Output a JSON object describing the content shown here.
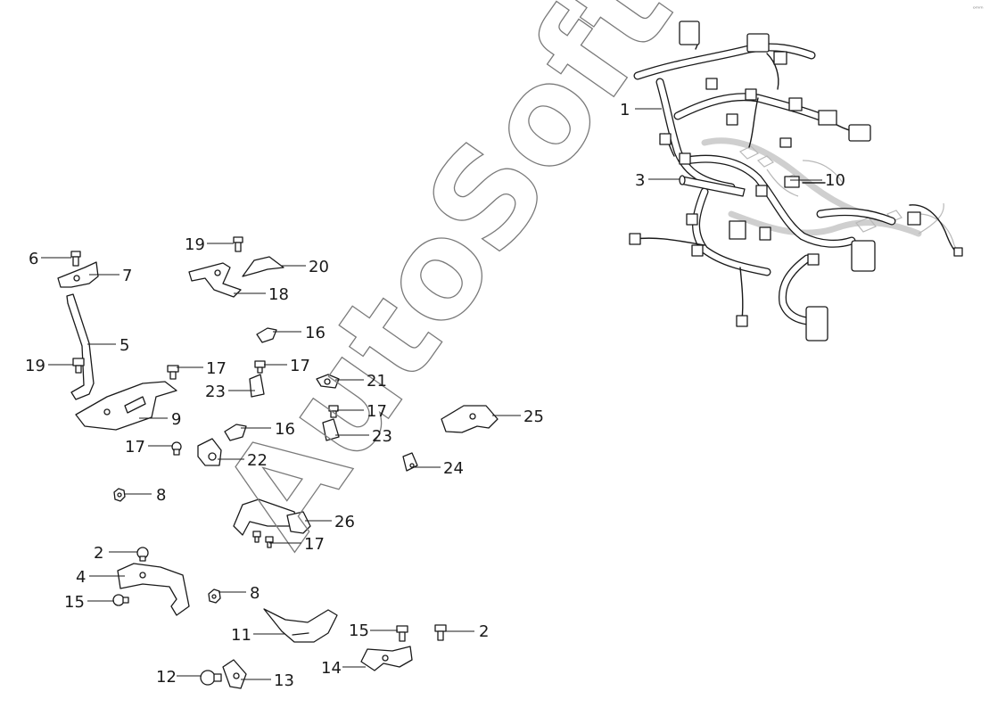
{
  "watermark": "AutoSoft",
  "corner_mark": "ᵒᵐᵐ",
  "callouts": [
    {
      "id": "1",
      "label": "1"
    },
    {
      "id": "3",
      "label": "3"
    },
    {
      "id": "10",
      "label": "10"
    },
    {
      "id": "6",
      "label": "6"
    },
    {
      "id": "7",
      "label": "7"
    },
    {
      "id": "19a",
      "label": "19"
    },
    {
      "id": "20",
      "label": "20"
    },
    {
      "id": "18",
      "label": "18"
    },
    {
      "id": "5",
      "label": "5"
    },
    {
      "id": "16a",
      "label": "16"
    },
    {
      "id": "19b",
      "label": "19"
    },
    {
      "id": "17a",
      "label": "17"
    },
    {
      "id": "17b",
      "label": "17"
    },
    {
      "id": "23a",
      "label": "23"
    },
    {
      "id": "21",
      "label": "21"
    },
    {
      "id": "9",
      "label": "9"
    },
    {
      "id": "17c",
      "label": "17"
    },
    {
      "id": "16b",
      "label": "16"
    },
    {
      "id": "23b",
      "label": "23"
    },
    {
      "id": "25",
      "label": "25"
    },
    {
      "id": "17d",
      "label": "17"
    },
    {
      "id": "22",
      "label": "22"
    },
    {
      "id": "24",
      "label": "24"
    },
    {
      "id": "8a",
      "label": "8"
    },
    {
      "id": "26",
      "label": "26"
    },
    {
      "id": "17e",
      "label": "17"
    },
    {
      "id": "2a",
      "label": "2"
    },
    {
      "id": "4",
      "label": "4"
    },
    {
      "id": "8b",
      "label": "8"
    },
    {
      "id": "15a",
      "label": "15"
    },
    {
      "id": "11",
      "label": "11"
    },
    {
      "id": "15b",
      "label": "15"
    },
    {
      "id": "2b",
      "label": "2"
    },
    {
      "id": "14",
      "label": "14"
    },
    {
      "id": "12",
      "label": "12"
    },
    {
      "id": "13",
      "label": "13"
    }
  ]
}
